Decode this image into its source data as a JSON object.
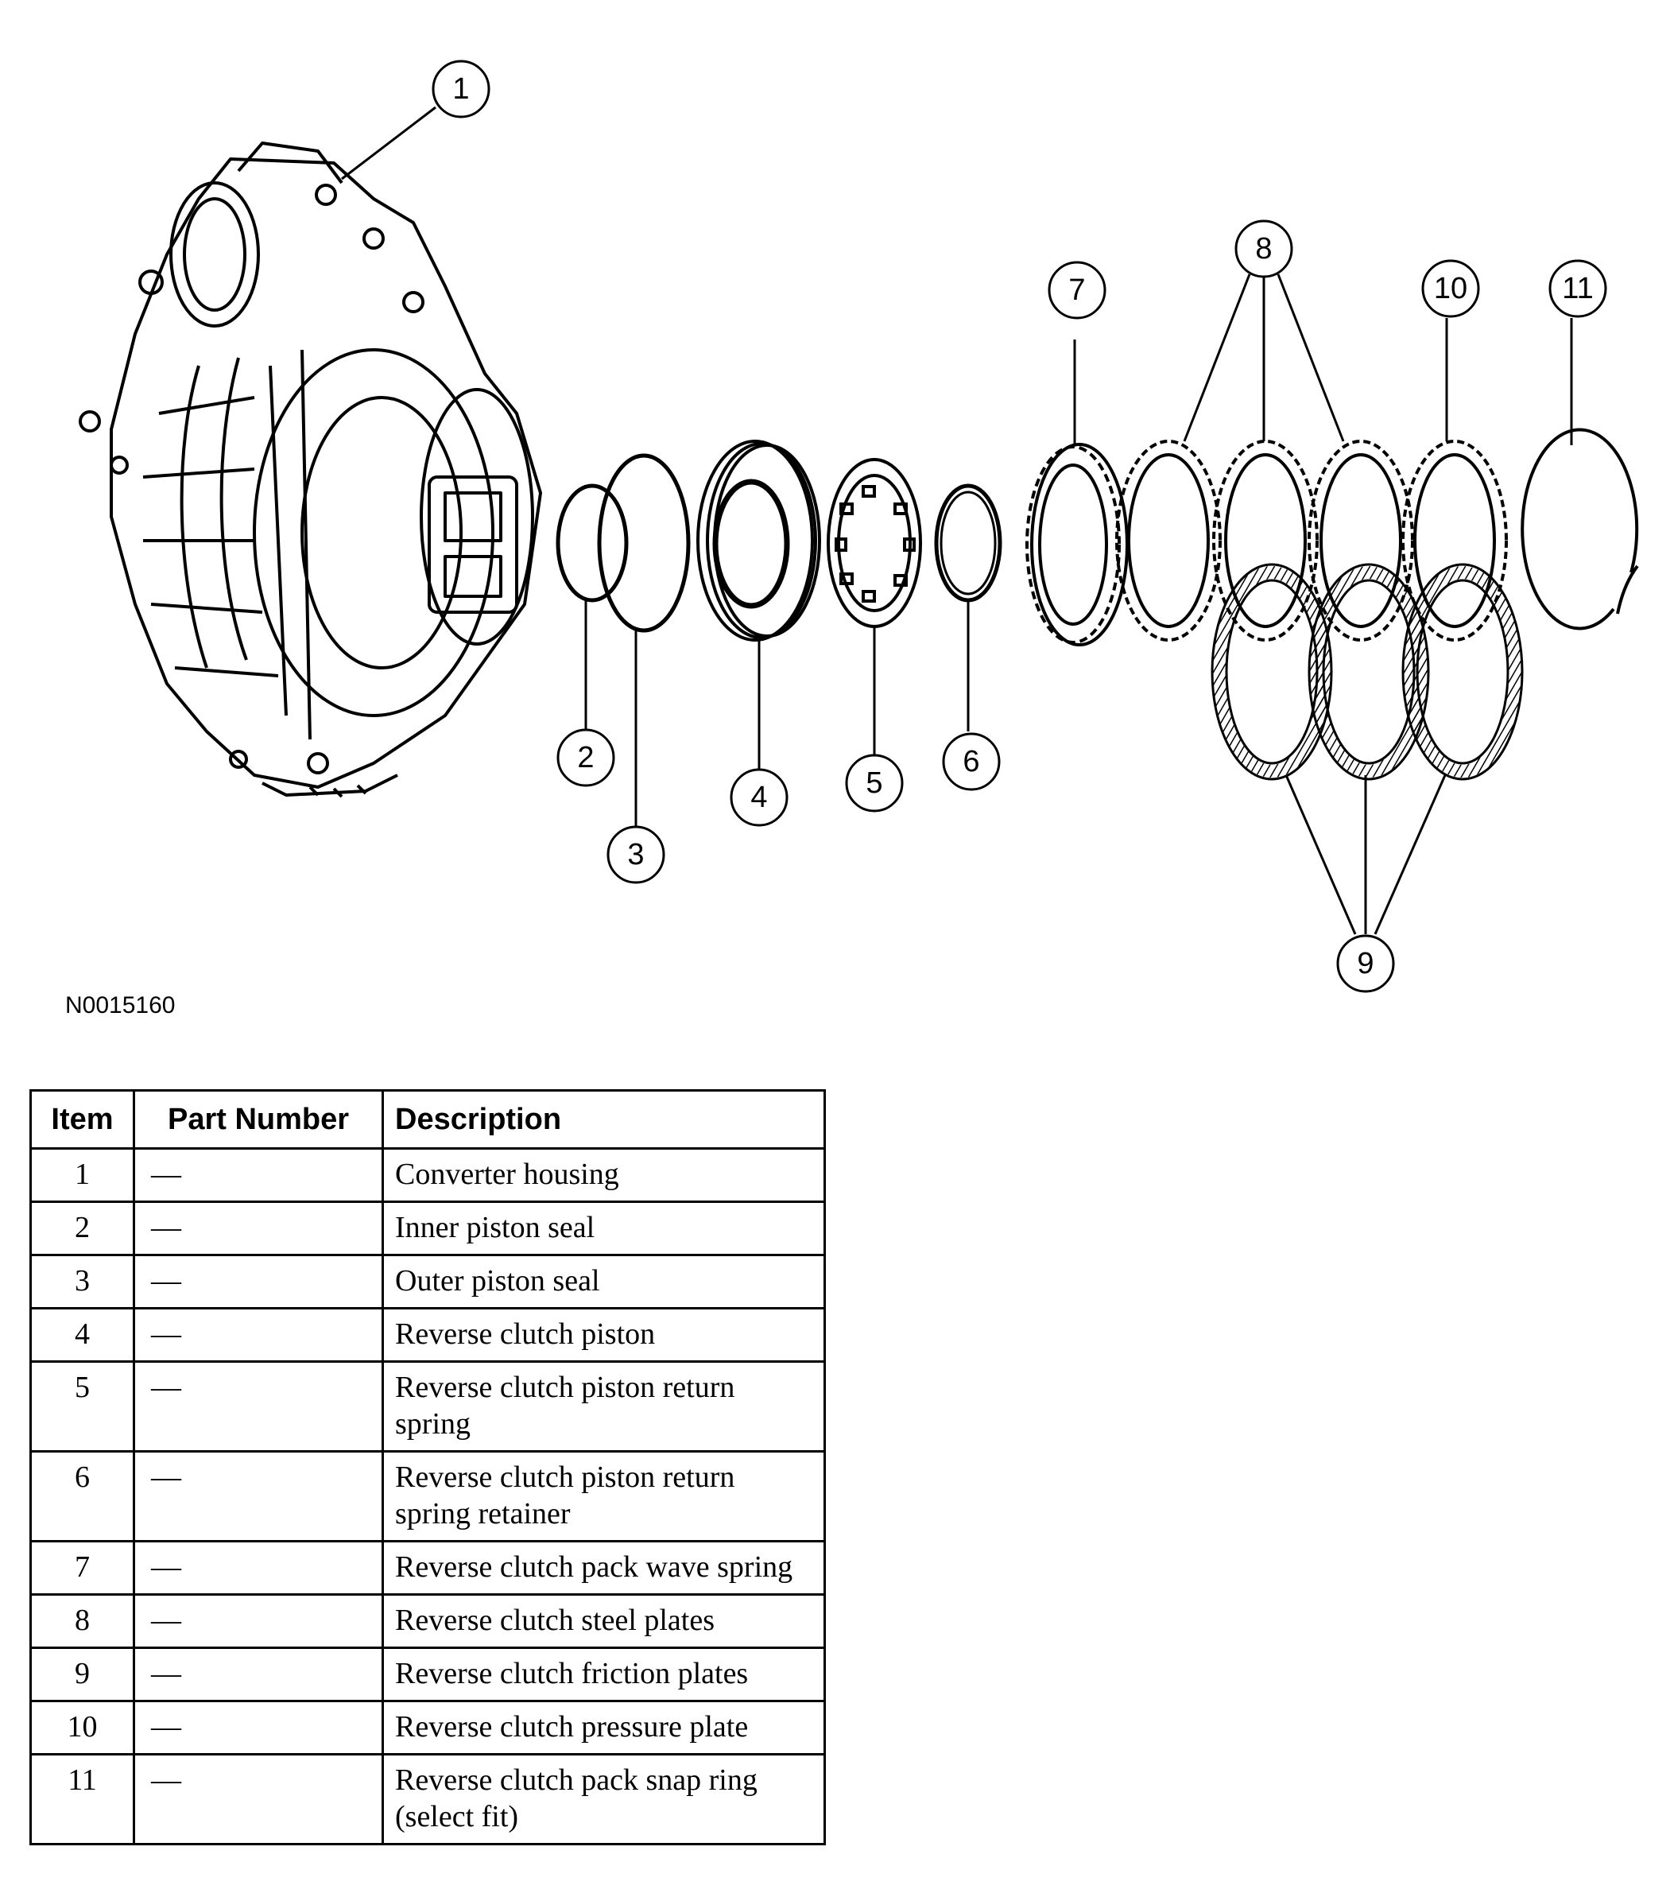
{
  "figure_id": "N0015160",
  "callouts": [
    "1",
    "2",
    "3",
    "4",
    "5",
    "6",
    "7",
    "8",
    "9",
    "10",
    "11"
  ],
  "table": {
    "headers": {
      "item": "Item",
      "part_number": "Part Number",
      "description": "Description"
    },
    "rows": [
      {
        "item": "1",
        "part_number": "—",
        "description": "Converter housing"
      },
      {
        "item": "2",
        "part_number": "—",
        "description": "Inner piston seal"
      },
      {
        "item": "3",
        "part_number": "—",
        "description": "Outer piston seal"
      },
      {
        "item": "4",
        "part_number": "—",
        "description": "Reverse clutch piston"
      },
      {
        "item": "5",
        "part_number": "—",
        "description": "Reverse clutch piston return spring"
      },
      {
        "item": "6",
        "part_number": "—",
        "description": "Reverse clutch piston return spring retainer"
      },
      {
        "item": "7",
        "part_number": "—",
        "description": "Reverse clutch pack wave spring"
      },
      {
        "item": "8",
        "part_number": "—",
        "description": "Reverse clutch steel plates"
      },
      {
        "item": "9",
        "part_number": "—",
        "description": "Reverse clutch friction plates"
      },
      {
        "item": "10",
        "part_number": "—",
        "description": "Reverse clutch pressure plate"
      },
      {
        "item": "11",
        "part_number": "—",
        "description": "Reverse clutch pack snap ring (select fit)"
      }
    ]
  }
}
